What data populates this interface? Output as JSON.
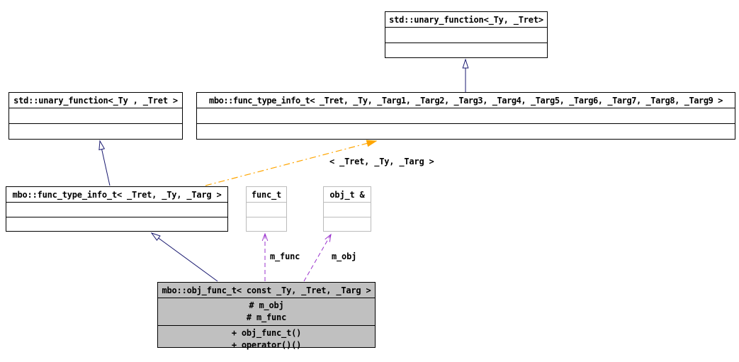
{
  "classes": {
    "std_unary_function_top": {
      "title": "std::unary_function<_Ty, _Tret>"
    },
    "std_unary_function_left": {
      "title": "std::unary_function<_Ty , _Tret >"
    },
    "func_type_info_9args": {
      "title": "mbo::func_type_info_t< _Tret, _Ty, _Targ1, _Targ2, _Targ3, _Targ4, _Targ5, _Targ6, _Targ7, _Targ8, _Targ9 >"
    },
    "func_type_info_3args": {
      "title": "mbo::func_type_info_t< _Tret, _Ty, _Targ >"
    },
    "func_t": {
      "title": "func_t"
    },
    "obj_t_ref": {
      "title": "obj_t &"
    },
    "obj_func_t": {
      "title": "mbo::obj_func_t< const _Ty, _Tret, _Targ >",
      "attributes": [
        "# m_obj",
        "# m_func"
      ],
      "methods": [
        "+ obj_func_t()",
        "+ operator()()"
      ]
    }
  },
  "edge_labels": {
    "template_args": "< _Tret, _Ty, _Targ >",
    "m_func": "m_func",
    "m_obj": "m_obj"
  },
  "colors": {
    "inheritance": "#191970",
    "usage": "#9A32CD",
    "template": "#FFA500",
    "box_border": "#000000",
    "muted_border": "#BBBBBB",
    "filled_bg": "#C0C0C0"
  }
}
